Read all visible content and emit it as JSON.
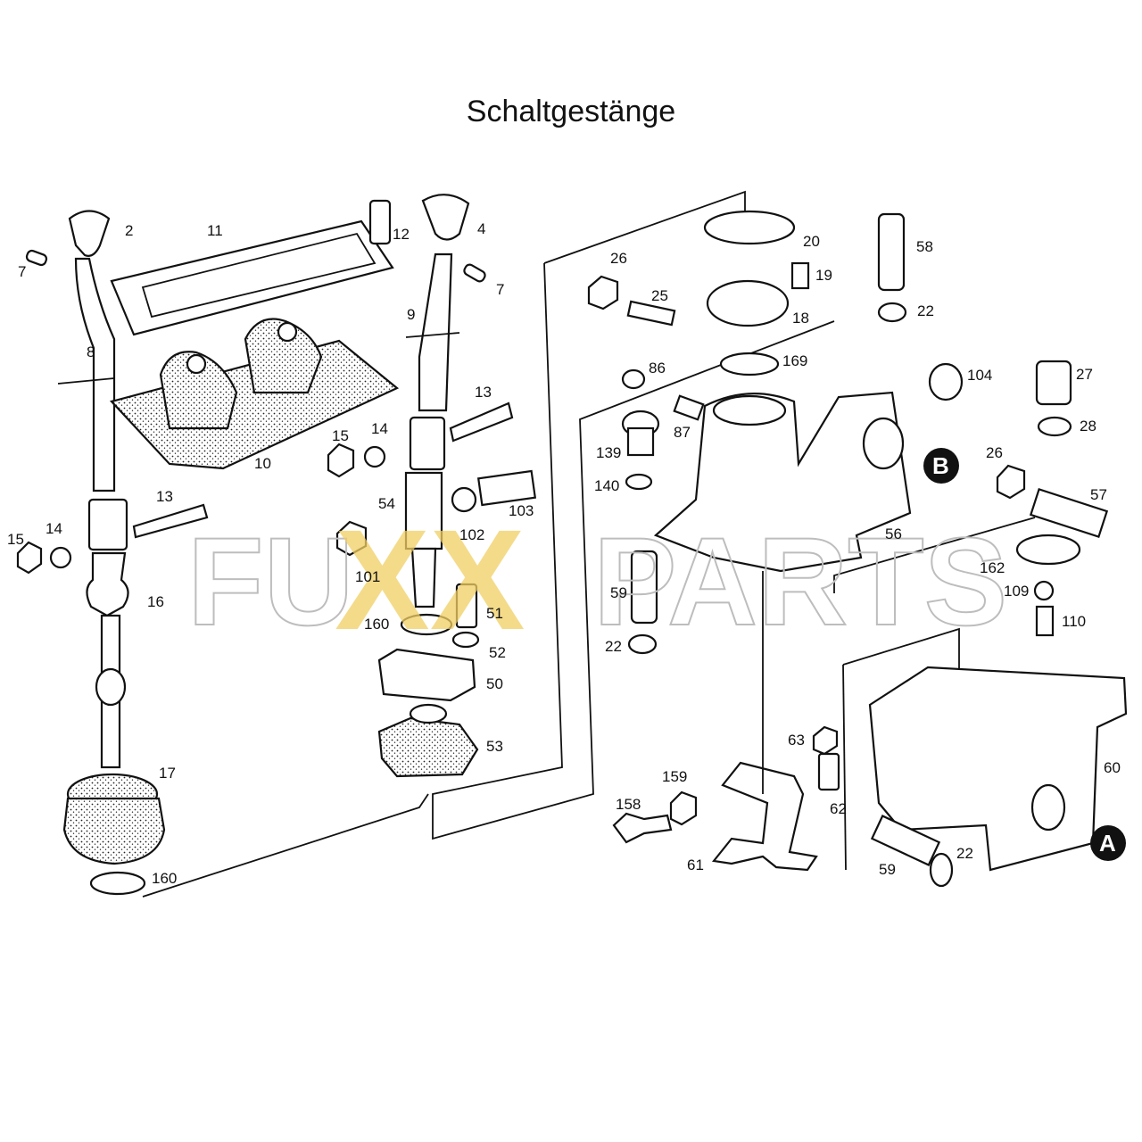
{
  "title": "Schaltgestänge",
  "watermark": {
    "prefix": "FU",
    "xx": "XX",
    "suffix": "PARTS"
  },
  "callouts": {
    "A": "A",
    "B": "B"
  },
  "labels": [
    {
      "id": "l2",
      "text": "2"
    },
    {
      "id": "l11",
      "text": "11"
    },
    {
      "id": "l12",
      "text": "12"
    },
    {
      "id": "l4",
      "text": "4"
    },
    {
      "id": "l7a",
      "text": "7"
    },
    {
      "id": "l7b",
      "text": "7"
    },
    {
      "id": "l8",
      "text": "8"
    },
    {
      "id": "l9",
      "text": "9"
    },
    {
      "id": "l10",
      "text": "10"
    },
    {
      "id": "l13a",
      "text": "13"
    },
    {
      "id": "l13b",
      "text": "13"
    },
    {
      "id": "l14a",
      "text": "14"
    },
    {
      "id": "l14b",
      "text": "14"
    },
    {
      "id": "l15a",
      "text": "15"
    },
    {
      "id": "l15b",
      "text": "15"
    },
    {
      "id": "l16",
      "text": "16"
    },
    {
      "id": "l17",
      "text": "17"
    },
    {
      "id": "l160a",
      "text": "160"
    },
    {
      "id": "l160b",
      "text": "160"
    },
    {
      "id": "l54",
      "text": "54"
    },
    {
      "id": "l103",
      "text": "103"
    },
    {
      "id": "l102",
      "text": "102"
    },
    {
      "id": "l101",
      "text": "101"
    },
    {
      "id": "l51",
      "text": "51"
    },
    {
      "id": "l52",
      "text": "52"
    },
    {
      "id": "l50",
      "text": "50"
    },
    {
      "id": "l53",
      "text": "53"
    },
    {
      "id": "l26a",
      "text": "26"
    },
    {
      "id": "l25",
      "text": "25"
    },
    {
      "id": "l20",
      "text": "20"
    },
    {
      "id": "l19",
      "text": "19"
    },
    {
      "id": "l18",
      "text": "18"
    },
    {
      "id": "l169",
      "text": "169"
    },
    {
      "id": "l86",
      "text": "86"
    },
    {
      "id": "l87",
      "text": "87"
    },
    {
      "id": "l139",
      "text": "139"
    },
    {
      "id": "l140",
      "text": "140"
    },
    {
      "id": "l58",
      "text": "58"
    },
    {
      "id": "l22a",
      "text": "22"
    },
    {
      "id": "l104",
      "text": "104"
    },
    {
      "id": "l27",
      "text": "27"
    },
    {
      "id": "l28",
      "text": "28"
    },
    {
      "id": "l26b",
      "text": "26"
    },
    {
      "id": "l57",
      "text": "57"
    },
    {
      "id": "l56",
      "text": "56"
    },
    {
      "id": "l59a",
      "text": "59"
    },
    {
      "id": "l22b",
      "text": "22"
    },
    {
      "id": "l162",
      "text": "162"
    },
    {
      "id": "l109",
      "text": "109"
    },
    {
      "id": "l110",
      "text": "110"
    },
    {
      "id": "l60",
      "text": "60"
    },
    {
      "id": "l63",
      "text": "63"
    },
    {
      "id": "l159",
      "text": "159"
    },
    {
      "id": "l158",
      "text": "158"
    },
    {
      "id": "l62",
      "text": "62"
    },
    {
      "id": "l61",
      "text": "61"
    },
    {
      "id": "l59b",
      "text": "59"
    },
    {
      "id": "l22c",
      "text": "22"
    }
  ]
}
